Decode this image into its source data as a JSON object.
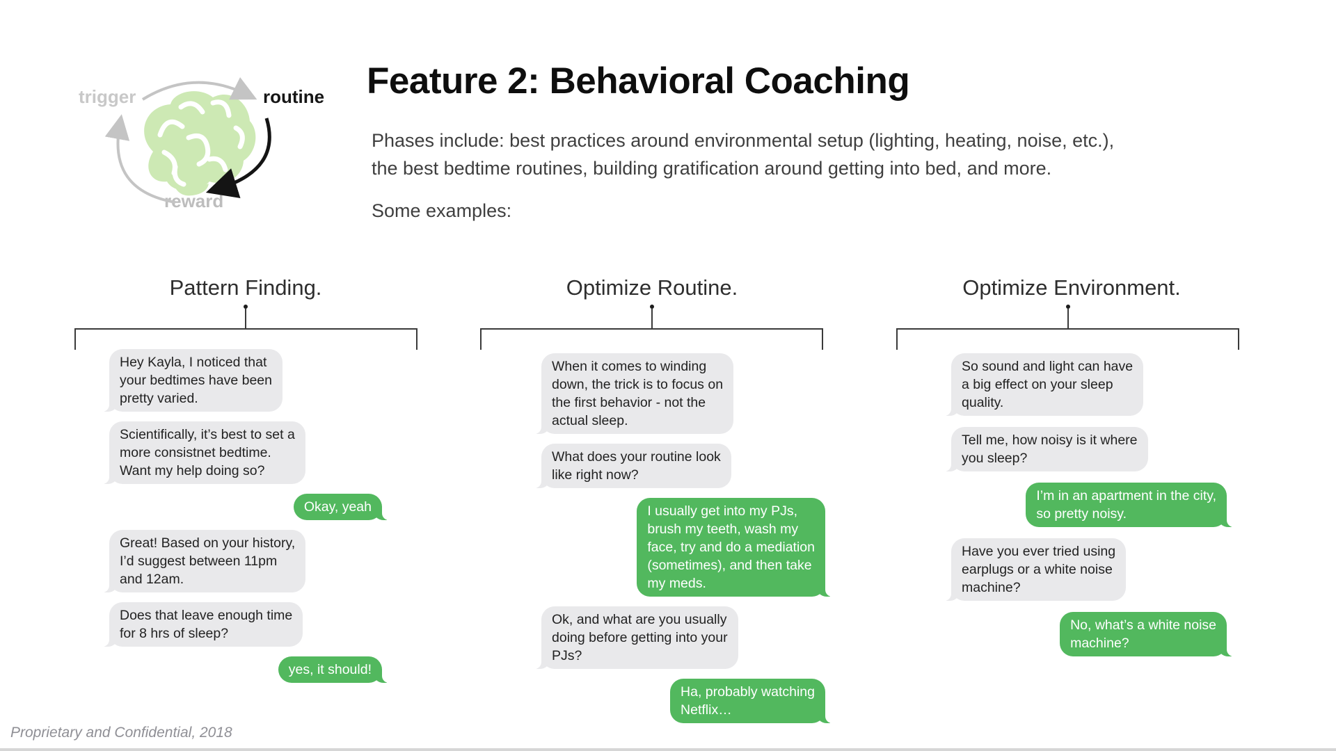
{
  "slide": {
    "title": "Feature 2: Behavioral Coaching",
    "description": "Phases include: best practices around environmental setup (lighting, heating, noise, etc.),\nthe best bedtime routines, building gratification around getting into bed, and more.",
    "examples_label": "Some examples:",
    "footer": "Proprietary and Confidential, 2018"
  },
  "habit_loop": {
    "trigger_label": "trigger",
    "routine_label": "routine",
    "reward_label": "reward",
    "brain_icon": "brain-icon",
    "brain_color": "#cde9b4",
    "loop_arrow_gray": "#c4c4c4",
    "loop_arrow_black": "#141414"
  },
  "colors": {
    "incoming_bubble": "#e9e9eb",
    "incoming_text": "#222222",
    "outgoing_bubble": "#52b85e",
    "outgoing_text": "#ffffff"
  },
  "columns": [
    {
      "heading": "Pattern Finding.",
      "messages": [
        {
          "side": "incoming",
          "text": "Hey Kayla, I noticed that\nyour bedtimes have been\npretty varied."
        },
        {
          "side": "incoming",
          "text": "Scientifically, it’s best to set a\nmore consistnet bedtime.\nWant my help doing so?"
        },
        {
          "side": "outgoing",
          "text": "Okay, yeah"
        },
        {
          "side": "incoming",
          "text": "Great! Based on your history,\nI’d suggest between 11pm\nand 12am."
        },
        {
          "side": "incoming",
          "text": "Does that leave enough time\nfor 8 hrs of sleep?"
        },
        {
          "side": "outgoing",
          "text": "yes, it should!"
        }
      ]
    },
    {
      "heading": "Optimize Routine.",
      "messages": [
        {
          "side": "incoming",
          "text": "When it comes to winding\ndown, the trick is to focus on\nthe first behavior - not the\nactual sleep."
        },
        {
          "side": "incoming",
          "text": "What does your routine look\nlike right now?"
        },
        {
          "side": "outgoing",
          "text": "I usually get into my PJs,\nbrush my teeth, wash my\nface, try and do a mediation\n(sometimes), and then take\nmy meds."
        },
        {
          "side": "incoming",
          "text": "Ok, and what are you usually\ndoing before getting into your\nPJs?"
        },
        {
          "side": "outgoing",
          "text": "Ha, probably watching\nNetflix…"
        }
      ]
    },
    {
      "heading": "Optimize Environment.",
      "messages": [
        {
          "side": "incoming",
          "text": "So sound and light can have\na big effect on your sleep\nquality."
        },
        {
          "side": "incoming",
          "text": "Tell me, how noisy is it where\nyou sleep?"
        },
        {
          "side": "outgoing",
          "text": "I’m in an apartment in the city,\nso pretty noisy."
        },
        {
          "side": "incoming",
          "text": "Have you ever tried using\nearplugs or a white noise\nmachine?"
        },
        {
          "side": "outgoing",
          "text": "No, what’s a white noise\nmachine?"
        }
      ]
    }
  ]
}
